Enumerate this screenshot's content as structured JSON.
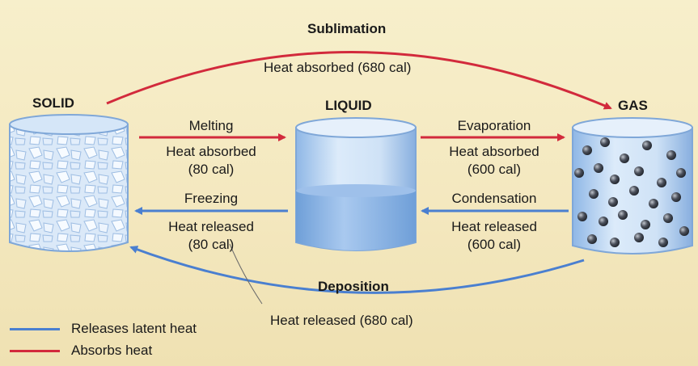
{
  "states": {
    "solid": "SOLID",
    "liquid": "LIQUID",
    "gas": "GAS"
  },
  "transitions": {
    "sublimation": {
      "name": "Sublimation",
      "heat": "Heat absorbed (680 cal)"
    },
    "melting": {
      "name": "Melting",
      "heat_line1": "Heat absorbed",
      "heat_line2": "(80 cal)"
    },
    "evaporation": {
      "name": "Evaporation",
      "heat_line1": "Heat absorbed",
      "heat_line2": "(600 cal)"
    },
    "freezing": {
      "name": "Freezing",
      "heat_line1": "Heat released",
      "heat_line2": "(80 cal)"
    },
    "condensation": {
      "name": "Condensation",
      "heat_line1": "Heat released",
      "heat_line2": "(600 cal)"
    },
    "deposition": {
      "name": "Deposition",
      "heat": "Heat released (680 cal)"
    }
  },
  "legend": {
    "releases": {
      "label": "Releases latent heat",
      "color": "#4a7fd0"
    },
    "absorbs": {
      "label": "Absorbs heat",
      "color": "#d22a3c"
    }
  },
  "colors": {
    "absorb_arrow": "#d22a3c",
    "release_arrow": "#4a7fd0",
    "background": "#f4e8bf"
  }
}
